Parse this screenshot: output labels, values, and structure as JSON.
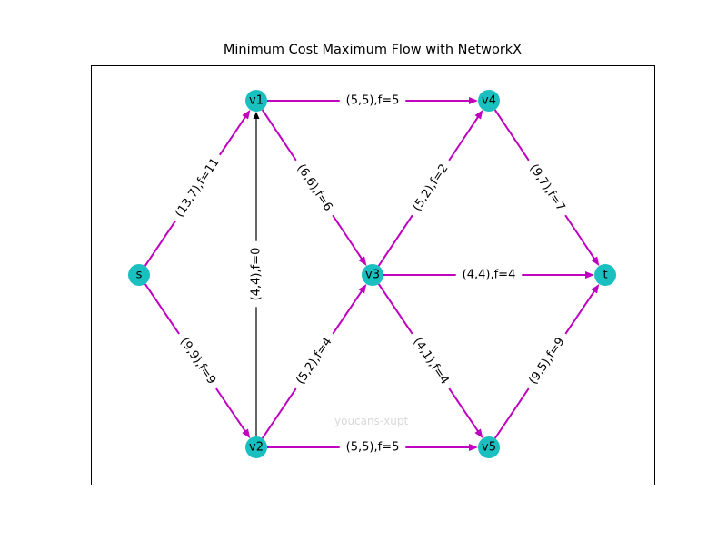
{
  "title": "Minimum Cost Maximum Flow with NetworkX",
  "watermark": "youcans-xupt",
  "colors": {
    "node_fill": "#1ABFBF",
    "flow_edge": "#BF00BF",
    "zero_flow_edge": "#000000",
    "frame": "#000000",
    "background": "#FFFFFF"
  },
  "nodes": [
    {
      "id": "s",
      "label": "s"
    },
    {
      "id": "v1",
      "label": "v1"
    },
    {
      "id": "v2",
      "label": "v2"
    },
    {
      "id": "v3",
      "label": "v3"
    },
    {
      "id": "v4",
      "label": "v4"
    },
    {
      "id": "v5",
      "label": "v5"
    },
    {
      "id": "t",
      "label": "t"
    }
  ],
  "edges": [
    {
      "from": "s",
      "to": "v1",
      "label": "(13,7),f=11",
      "flow": 11
    },
    {
      "from": "s",
      "to": "v2",
      "label": "(9,9),f=9",
      "flow": 9
    },
    {
      "from": "v2",
      "to": "v1",
      "label": "(4,4),f=0",
      "flow": 0
    },
    {
      "from": "v1",
      "to": "v4",
      "label": "(5,5),f=5",
      "flow": 5
    },
    {
      "from": "v1",
      "to": "v3",
      "label": "(6,6),f=6",
      "flow": 6
    },
    {
      "from": "v2",
      "to": "v3",
      "label": "(5,2),f=4",
      "flow": 4
    },
    {
      "from": "v2",
      "to": "v5",
      "label": "(5,5),f=5",
      "flow": 5
    },
    {
      "from": "v3",
      "to": "v4",
      "label": "(5,2),f=2",
      "flow": 2
    },
    {
      "from": "v3",
      "to": "t",
      "label": "(4,4),f=4",
      "flow": 4
    },
    {
      "from": "v3",
      "to": "v5",
      "label": "(4,1),f=4",
      "flow": 4
    },
    {
      "from": "v4",
      "to": "t",
      "label": "(9,7),f=7",
      "flow": 7
    },
    {
      "from": "v5",
      "to": "t",
      "label": "(9,5),f=9",
      "flow": 9
    }
  ]
}
